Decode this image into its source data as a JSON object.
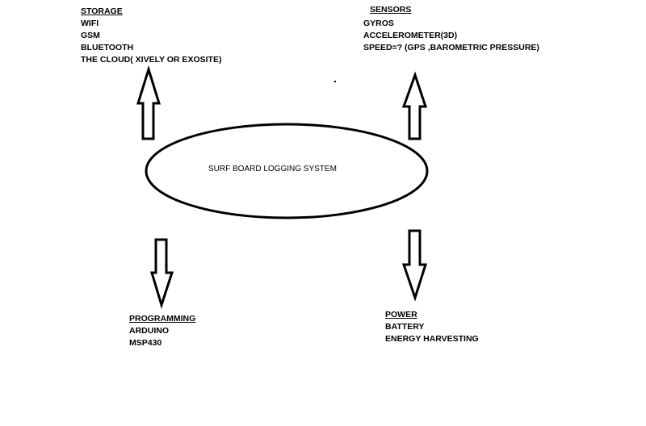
{
  "center_label": "SURF BOARD LOGGING SYSTEM",
  "storage": {
    "heading": "STORAGE",
    "items": [
      "WIFI",
      "GSM",
      "BLUETOOTH",
      "THE CLOUD( XIVELY OR EXOSITE)"
    ]
  },
  "sensors": {
    "heading": "SENSORS",
    "items": [
      "GYROS",
      "ACCELEROMETER(3D)",
      "SPEED=? (GPS ,BAROMETRIC PRESSURE)"
    ]
  },
  "programming": {
    "heading": "PROGRAMMING",
    "items": [
      "ARDUINO",
      "MSP430"
    ]
  },
  "power": {
    "heading": "POWER",
    "items": [
      "BATTERY",
      "ENERGY HARVESTING"
    ]
  }
}
